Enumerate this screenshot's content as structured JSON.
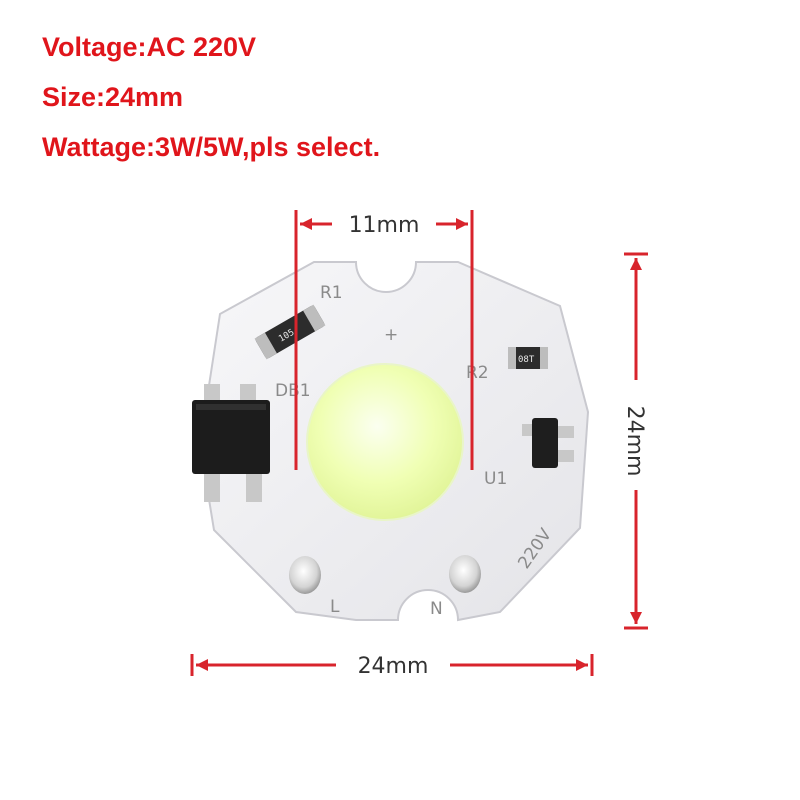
{
  "specs": {
    "voltage": "Voltage:AC 220V",
    "size": "Size:24mm",
    "wattage": "Wattage:3W/5W,pls select."
  },
  "dimensions": {
    "chip_width": "11mm",
    "board_height": "24mm",
    "board_width": "24mm"
  },
  "board_labels": {
    "r1": "R1",
    "r2": "R2",
    "db1": "DB1",
    "u1": "U1",
    "plus": "+",
    "voltage": "220V",
    "l": "L",
    "n": "N",
    "r1_marking": "105",
    "r2_marking": "08T"
  },
  "colors": {
    "spec_text": "#e0151b",
    "dimension_lines": "#d8242c",
    "board": "#f2f2f4",
    "cob_chip": "#f2ffb0"
  }
}
